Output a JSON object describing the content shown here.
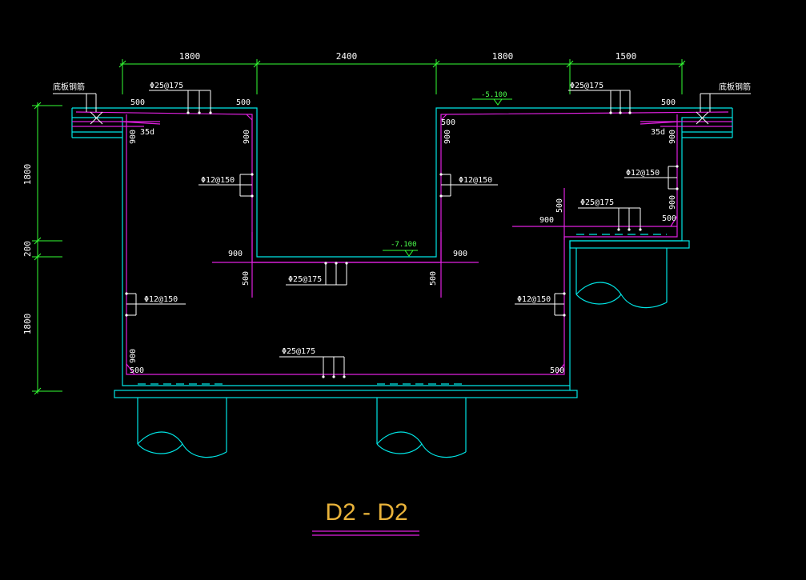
{
  "drawing": {
    "title": "D2 - D2",
    "colors": {
      "background": "#000000",
      "concrete": "#00e5e5",
      "rebar": "#e020e0",
      "dimension": "#33ff33",
      "text": "#ffffff",
      "title": "#e8b23a",
      "underline": "#e020e0"
    },
    "top_dimensions": [
      "1800",
      "2400",
      "1800",
      "1500"
    ],
    "left_dimensions": [
      "1800",
      "200",
      "1800"
    ],
    "side_labels": {
      "left": "底板钢筋",
      "right": "底板钢筋"
    },
    "elevations": {
      "top": "-5.100",
      "bottom": "-7.100"
    },
    "rebar_labels": {
      "top_left_main": "Φ25@175",
      "top_right_main": "Φ25@175",
      "wall_left_inner": "Φ12@150",
      "wall_mid_right": "Φ12@150",
      "wall_right_upper": "Φ12@150",
      "step_right": "Φ25@175",
      "mid_bottom": "Φ25@175",
      "wall_left_lower": "Φ12@150",
      "wall_right_lower": "Φ12@150",
      "bottom_main": "Φ25@175"
    },
    "numbers": {
      "n500": "500",
      "n900": "900",
      "anchor": "35d"
    }
  }
}
